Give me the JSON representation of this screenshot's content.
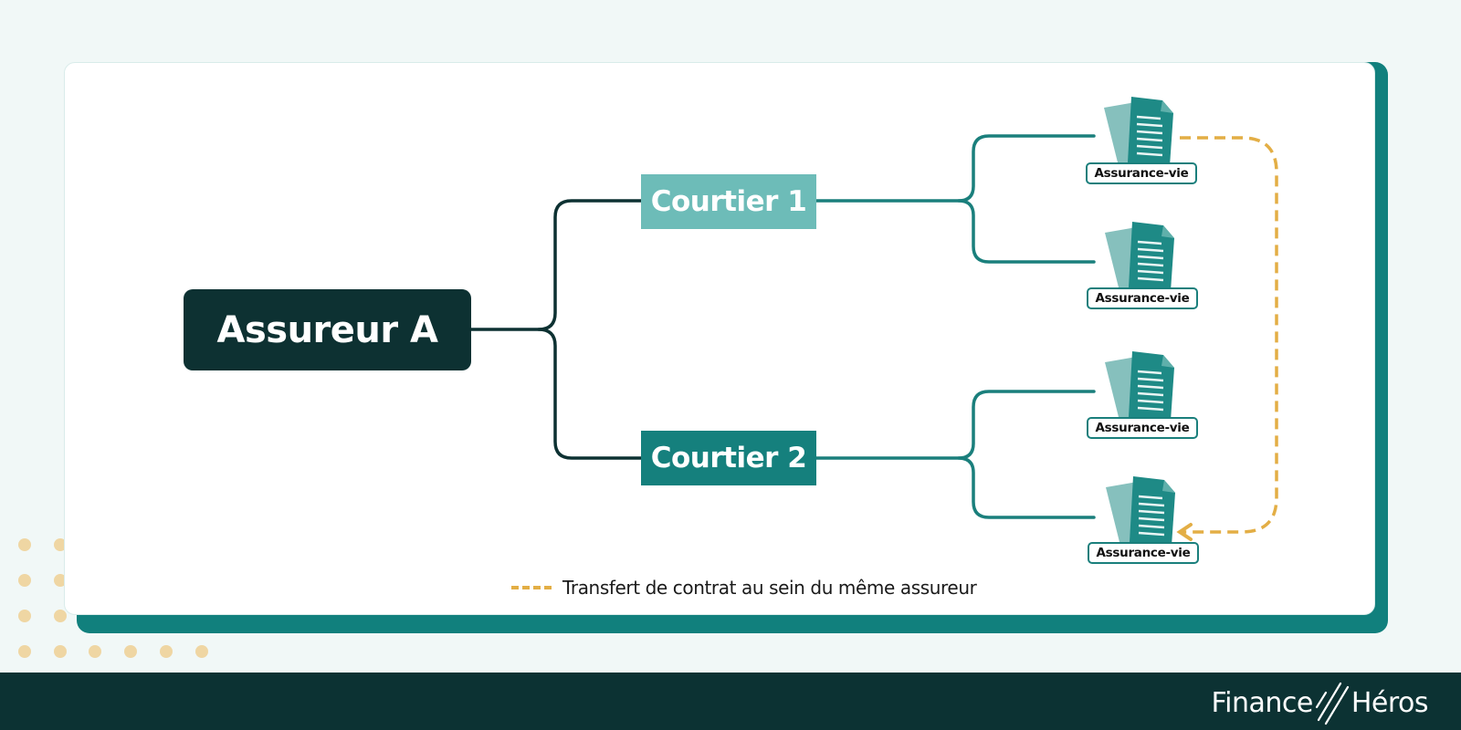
{
  "diagram": {
    "root": {
      "label": "Assureur A",
      "color": "#0d3132"
    },
    "brokers": [
      {
        "label": "Courtier 1",
        "color": "#6dbcb8"
      },
      {
        "label": "Courtier 2",
        "color": "#15807d"
      }
    ],
    "contracts": [
      {
        "label": "Assurance-vie",
        "broker": "Courtier 1"
      },
      {
        "label": "Assurance-vie",
        "broker": "Courtier 1"
      },
      {
        "label": "Assurance-vie",
        "broker": "Courtier 2"
      },
      {
        "label": "Assurance-vie",
        "broker": "Courtier 2"
      }
    ],
    "transfer_arrow": {
      "from": "contract 1",
      "to": "contract 4",
      "style": "dashed",
      "color": "#e3ae45"
    },
    "connector_colors": {
      "root_to_broker": "#0d3132",
      "broker_to_contract": "#1a7f7c"
    }
  },
  "legend": {
    "transfer_label": "Transfert de contrat au sein du même assureur",
    "transfer_color": "#e3ae45"
  },
  "footer": {
    "brand_left": "Finance",
    "brand_right": "Héros",
    "background": "#0c3233"
  }
}
